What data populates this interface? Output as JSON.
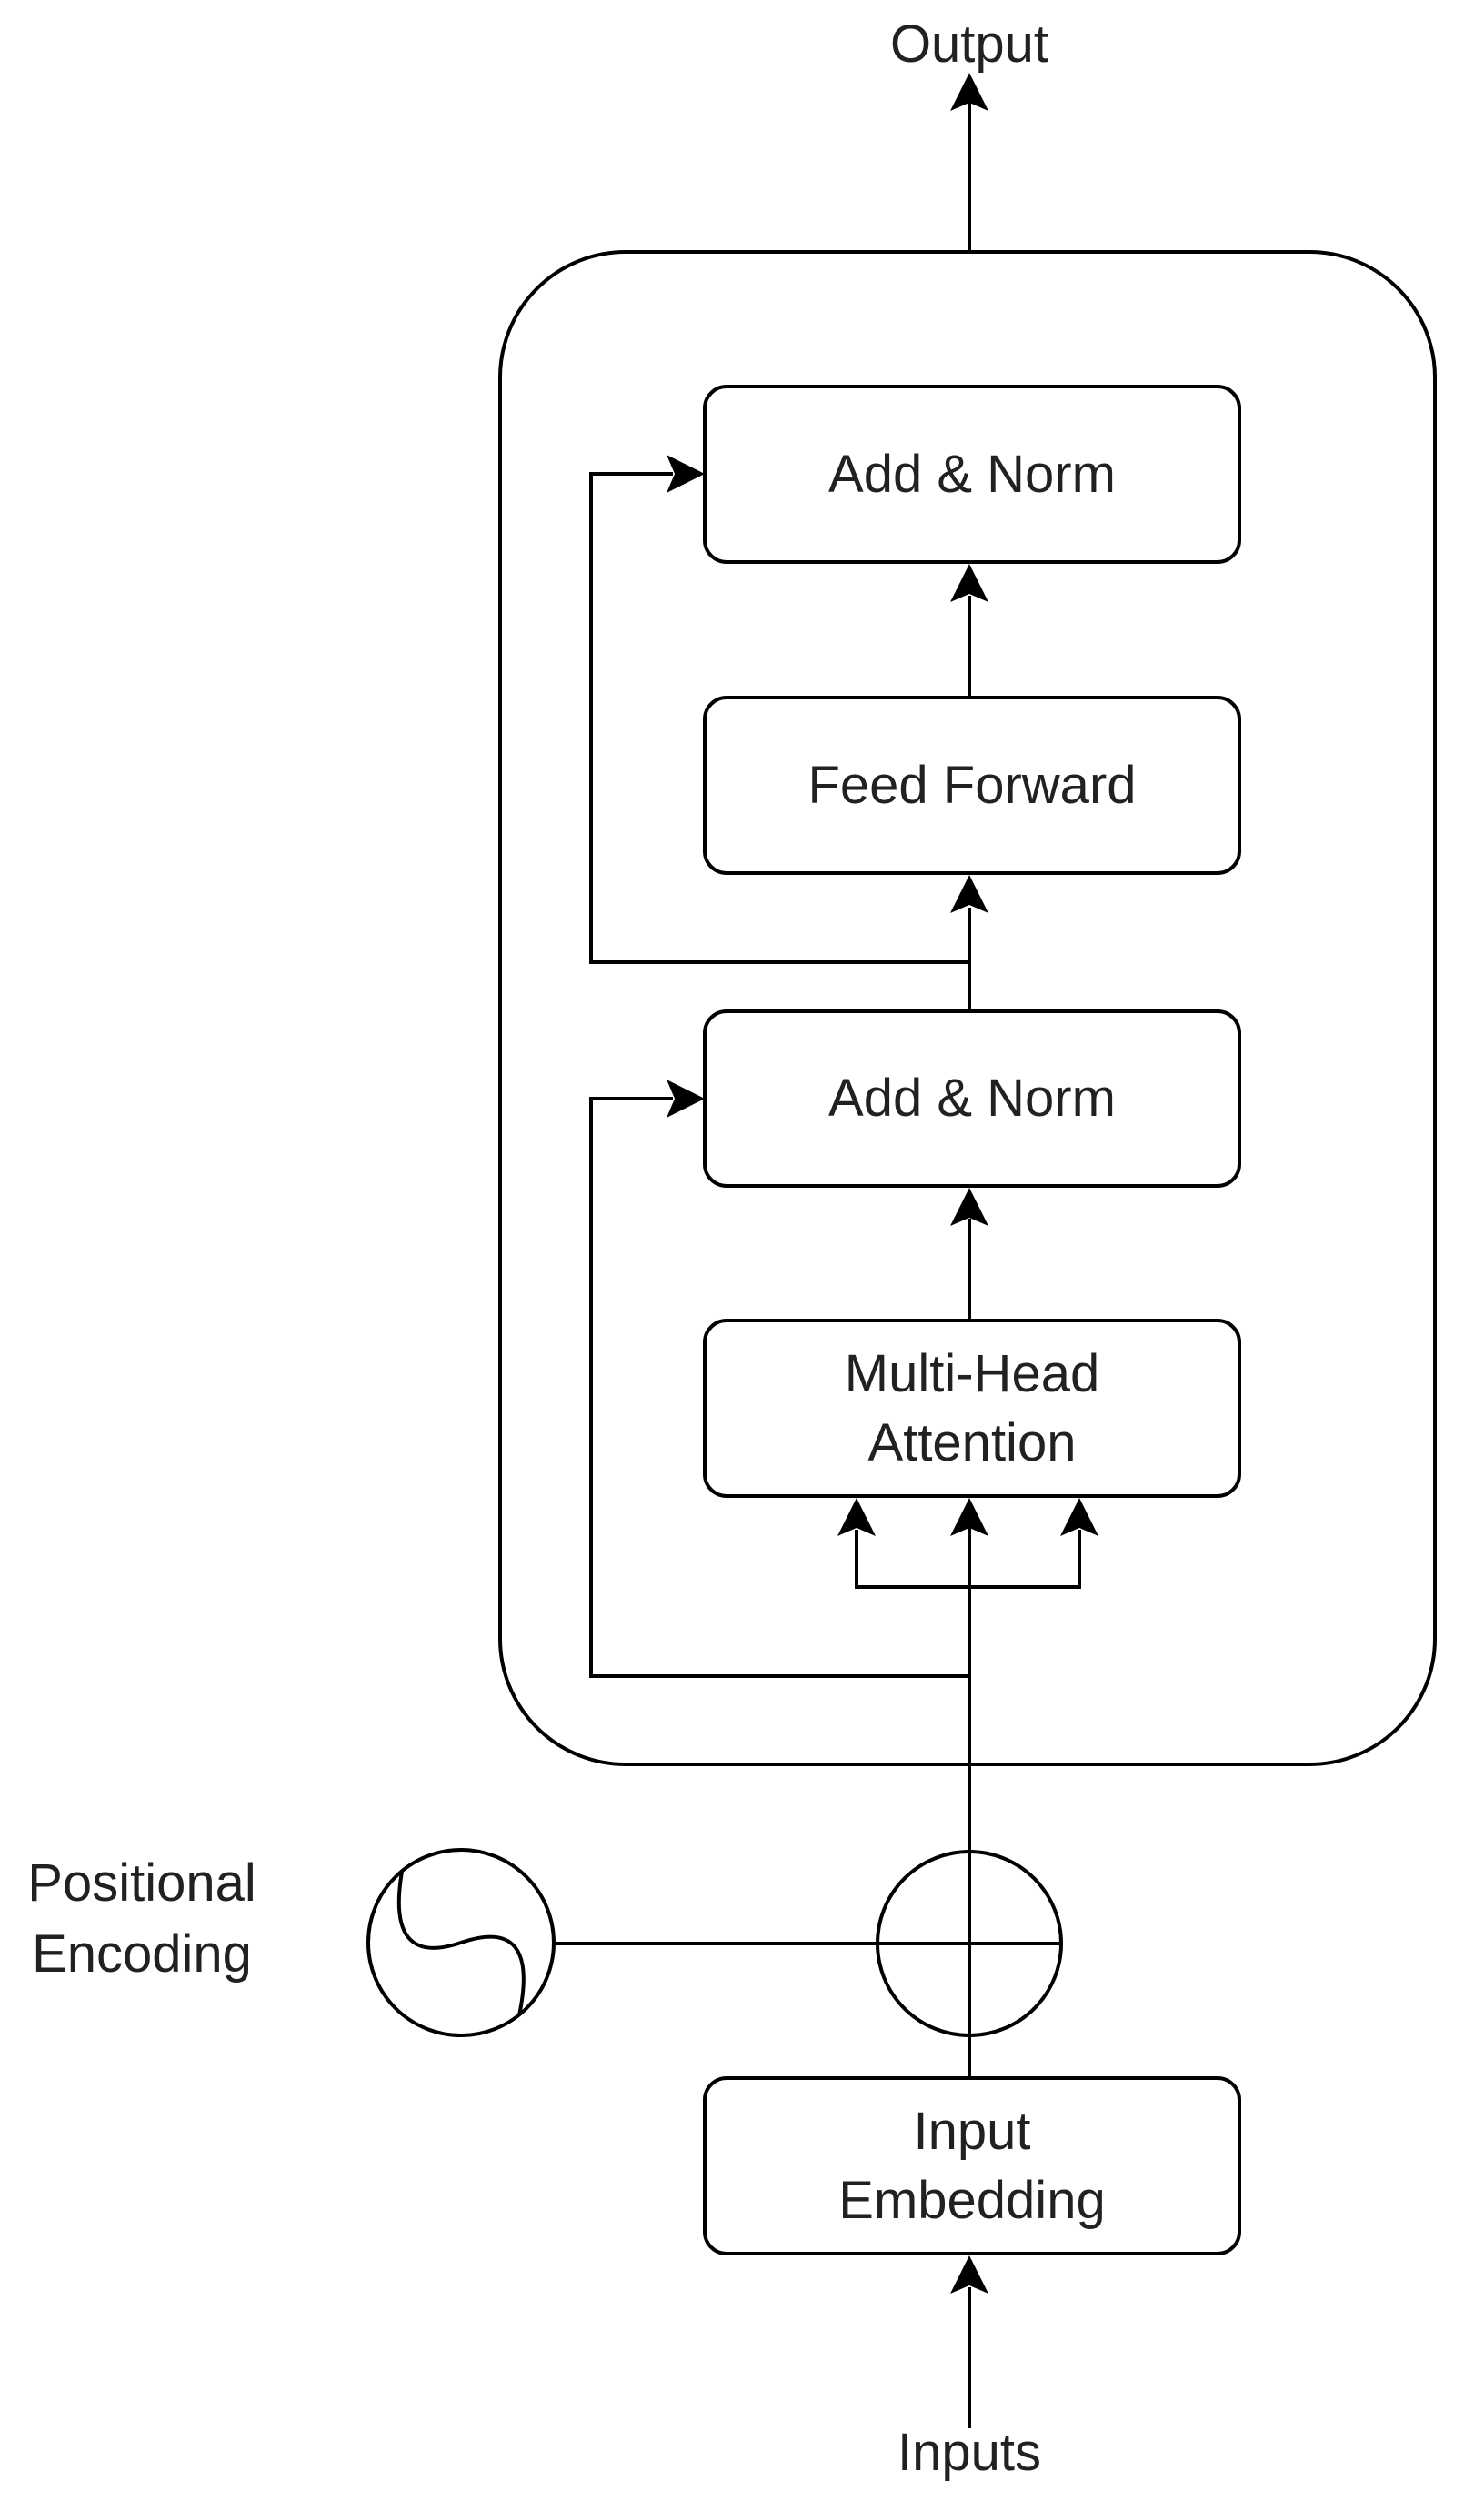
{
  "colors": {
    "background": "#ffffff",
    "stroke": "#000000",
    "text": "#212121"
  },
  "labels": {
    "output": "Output",
    "inputs": "Inputs"
  },
  "encoder": {
    "add_norm_top": "Add & Norm",
    "feed_forward": "Feed Forward",
    "add_norm_bottom": "Add & Norm",
    "multi_head_attention": {
      "line1": "Multi-Head",
      "line2": "Attention"
    }
  },
  "embedding": {
    "input_embedding": {
      "line1": "Input",
      "line2": "Embedding"
    },
    "positional_encoding": {
      "line1": "Positional",
      "line2": "Encoding"
    }
  },
  "icons": {
    "positional_symbol": "sine-wave-icon",
    "add_symbol": "plus-circle-icon"
  }
}
